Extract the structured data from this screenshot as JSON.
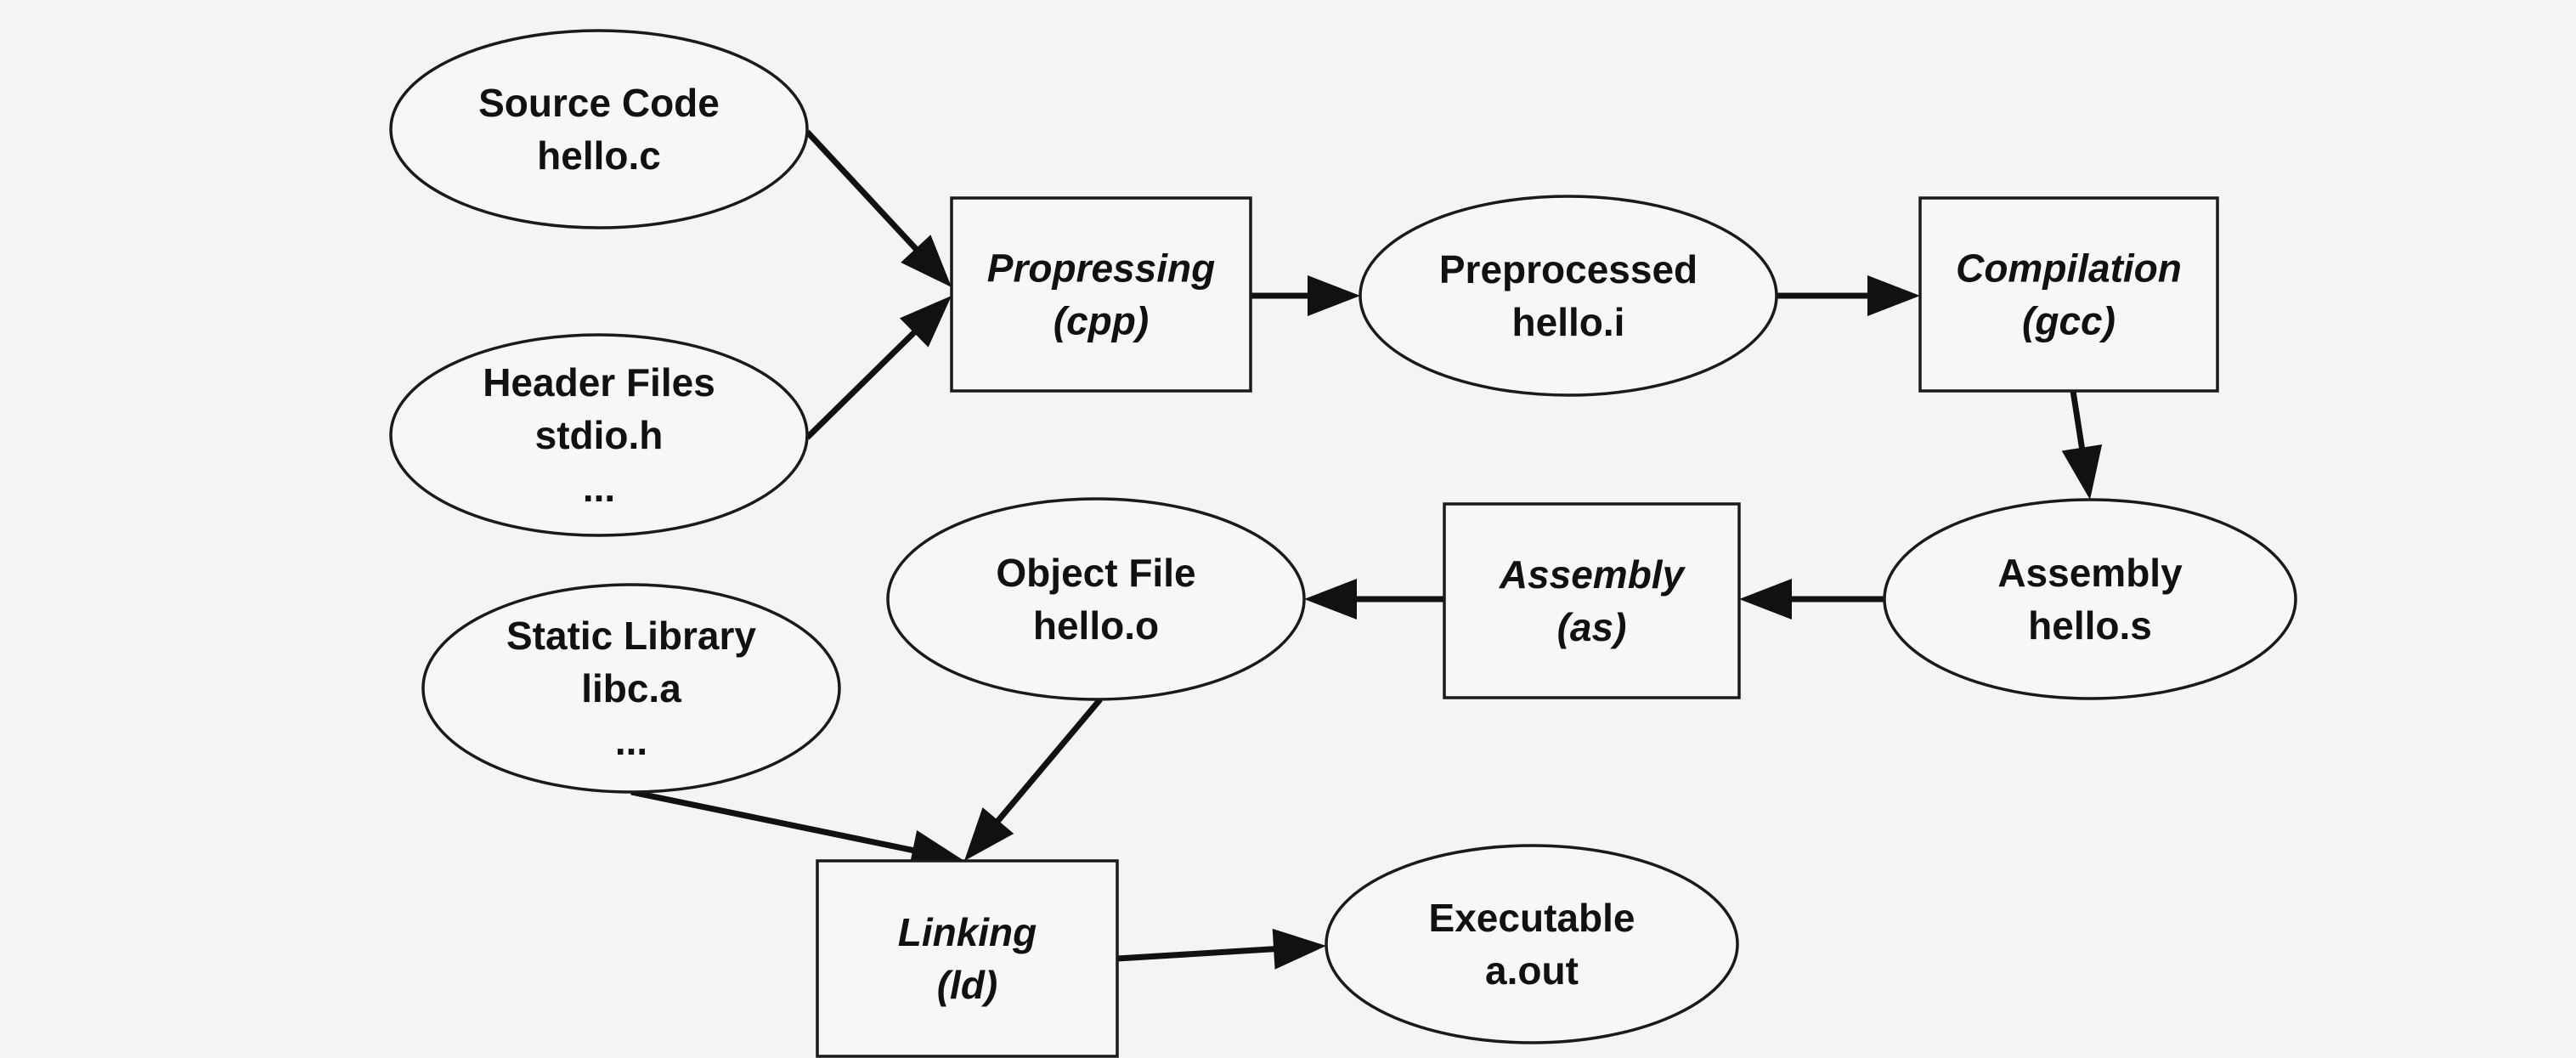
{
  "diagram": {
    "nodes": [
      {
        "id": "source",
        "shape": "ellipse",
        "italic": false,
        "lines": [
          "Source Code",
          "hello.c"
        ]
      },
      {
        "id": "header",
        "shape": "ellipse",
        "italic": false,
        "lines": [
          "Header Files",
          "stdio.h",
          "..."
        ]
      },
      {
        "id": "preprocessing",
        "shape": "rect",
        "italic": true,
        "lines": [
          "Propressing",
          "(cpp)"
        ]
      },
      {
        "id": "preprocessed",
        "shape": "ellipse",
        "italic": false,
        "lines": [
          "Preprocessed",
          "hello.i"
        ]
      },
      {
        "id": "compilation",
        "shape": "rect",
        "italic": true,
        "lines": [
          "Compilation",
          "(gcc)"
        ]
      },
      {
        "id": "assembly-s",
        "shape": "ellipse",
        "italic": false,
        "lines": [
          "Assembly",
          "hello.s"
        ]
      },
      {
        "id": "assembly-as",
        "shape": "rect",
        "italic": true,
        "lines": [
          "Assembly",
          "(as)"
        ]
      },
      {
        "id": "object",
        "shape": "ellipse",
        "italic": false,
        "lines": [
          "Object File",
          "hello.o"
        ]
      },
      {
        "id": "static-lib",
        "shape": "ellipse",
        "italic": false,
        "lines": [
          "Static Library",
          "libc.a",
          "..."
        ]
      },
      {
        "id": "linking",
        "shape": "rect",
        "italic": true,
        "lines": [
          "Linking",
          "(ld)"
        ]
      },
      {
        "id": "executable",
        "shape": "ellipse",
        "italic": false,
        "lines": [
          "Executable",
          "a.out"
        ]
      }
    ],
    "edges": [
      {
        "from": "source",
        "to": "preprocessing"
      },
      {
        "from": "header",
        "to": "preprocessing"
      },
      {
        "from": "preprocessing",
        "to": "preprocessed"
      },
      {
        "from": "preprocessed",
        "to": "compilation"
      },
      {
        "from": "compilation",
        "to": "assembly-s"
      },
      {
        "from": "assembly-s",
        "to": "assembly-as"
      },
      {
        "from": "assembly-as",
        "to": "object"
      },
      {
        "from": "object",
        "to": "linking"
      },
      {
        "from": "static-lib",
        "to": "linking"
      },
      {
        "from": "linking",
        "to": "executable"
      }
    ]
  }
}
